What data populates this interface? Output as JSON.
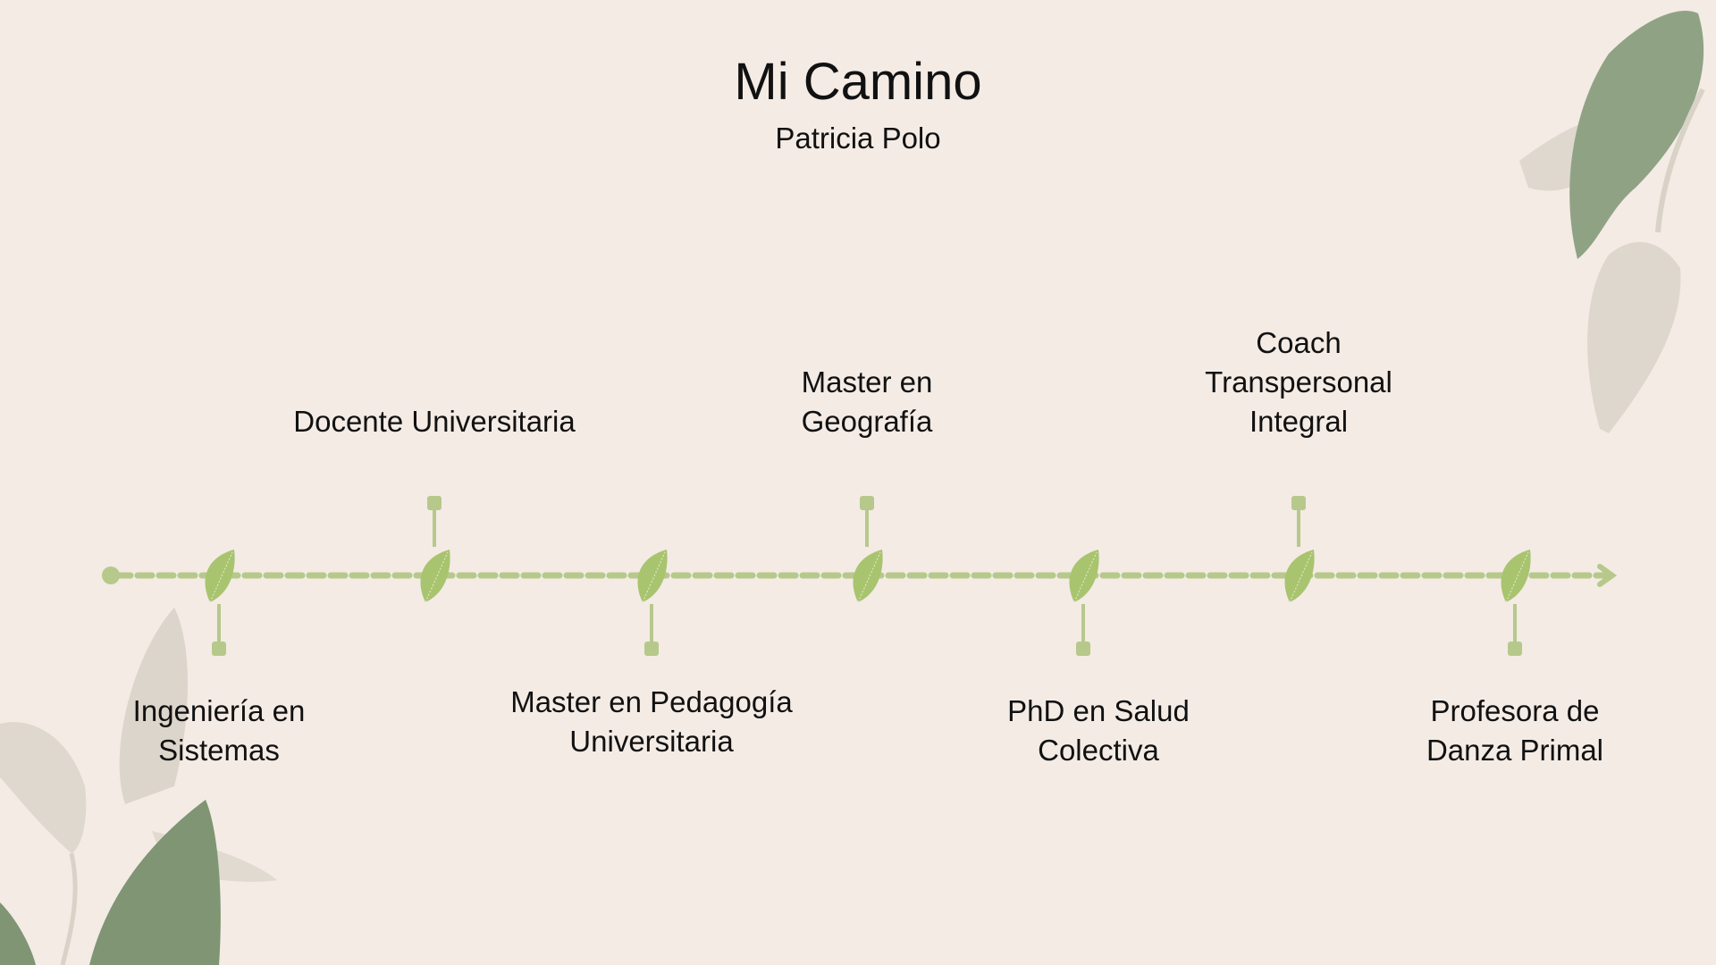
{
  "header": {
    "title": "Mi Camino",
    "subtitle": "Patricia Polo"
  },
  "colors": {
    "background": "#f4ebe5",
    "timeline": "#b6c98b",
    "leaf": "#a9c46f",
    "decor_leaf": "#849878"
  },
  "timeline": [
    {
      "label": "Ingeniería en Sistemas",
      "side": "bottom"
    },
    {
      "label": "Docente Universitaria",
      "side": "top"
    },
    {
      "label": "Master en Pedagogía Universitaria",
      "side": "bottom"
    },
    {
      "label": "Master en Geografía",
      "side": "top"
    },
    {
      "label": "PhD en Salud Colectiva",
      "side": "bottom"
    },
    {
      "label": "Coach Transpersonal Integral",
      "side": "top"
    },
    {
      "label": "Profesora de Danza Primal",
      "side": "bottom"
    }
  ]
}
